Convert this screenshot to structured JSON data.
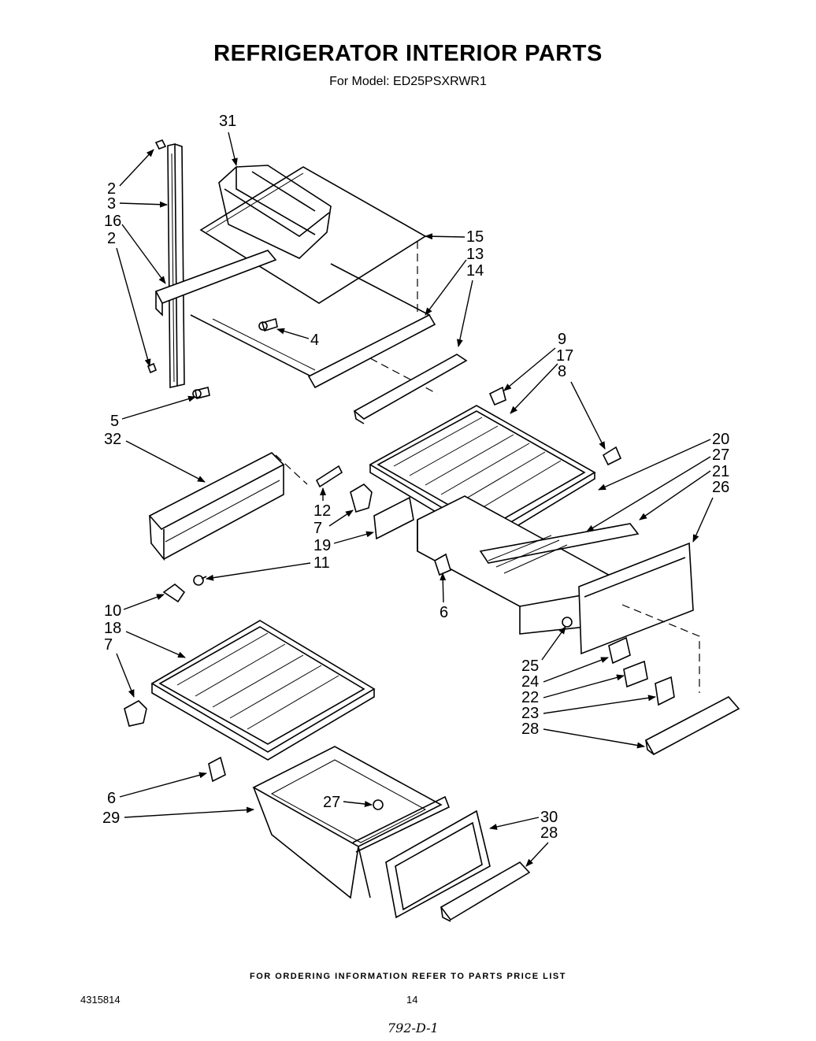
{
  "header": {
    "title": "REFRIGERATOR INTERIOR PARTS",
    "subtitle": "For Model: ED25PSXRWR1"
  },
  "callouts": [
    "31",
    "2",
    "3",
    "16",
    "2",
    "15",
    "13",
    "14",
    "4",
    "5",
    "32",
    "9",
    "17",
    "8",
    "20",
    "27",
    "21",
    "26",
    "12",
    "7",
    "19",
    "11",
    "6",
    "10",
    "18",
    "7",
    "25",
    "24",
    "22",
    "23",
    "28",
    "6",
    "29",
    "27",
    "30",
    "28"
  ],
  "footer": {
    "ordering_note": "FOR ORDERING INFORMATION REFER TO PARTS PRICE LIST",
    "doc_number": "4315814",
    "page_number": "14",
    "handwritten_code": "792-D-1"
  }
}
